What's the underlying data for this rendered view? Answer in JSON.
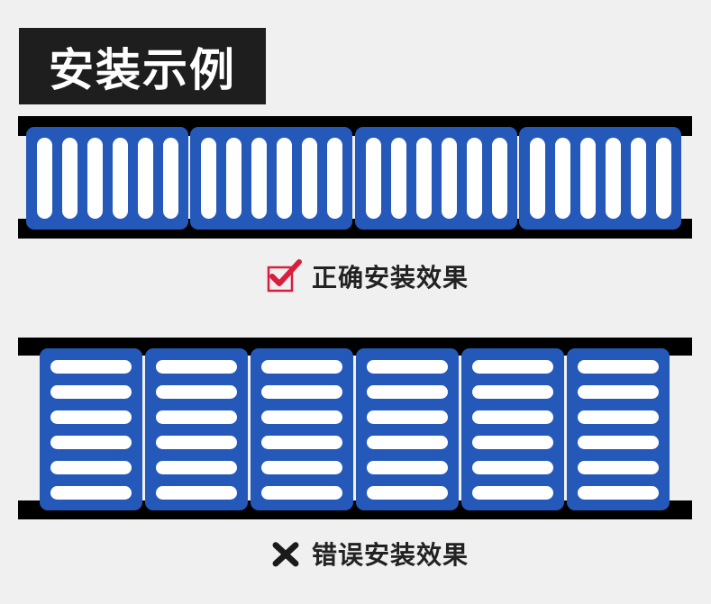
{
  "title": "安装示例",
  "correct": {
    "label": "正确安装效果",
    "icon": "checkbox-check-icon"
  },
  "wrong": {
    "label": "错误安装效果",
    "icon": "cross-icon"
  },
  "colors": {
    "background": "#f0f0f0",
    "panel_blue": "#2559b9",
    "beam": "#000000",
    "title_bg": "#1e1e1e",
    "check_red": "#d81e3c"
  }
}
